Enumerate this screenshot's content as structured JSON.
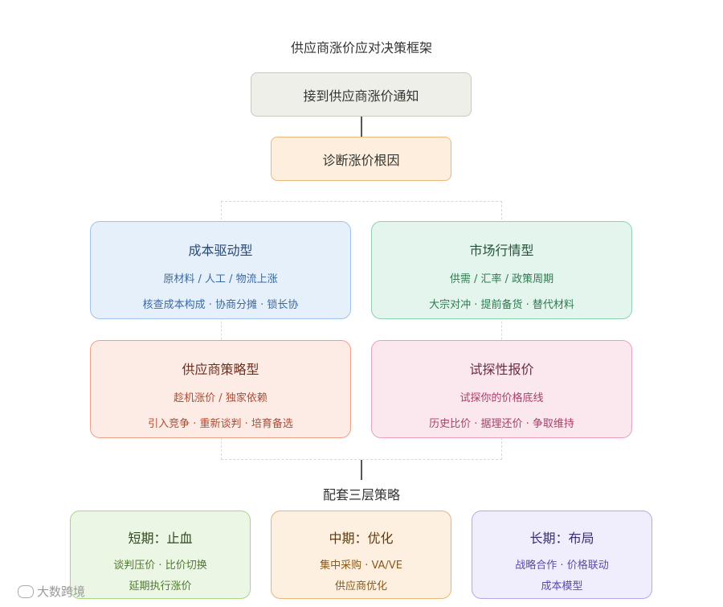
{
  "title": "供应商涨价应对决策框架",
  "start_node": "接到供应商涨价通知",
  "diagnose_node": "诊断涨价根因",
  "types": [
    {
      "title": "成本驱动型",
      "line1": "原材料 / 人工 / 物流上涨",
      "line2": "核查成本构成 · 协商分摊 · 锁长协",
      "color": "#3b6aa0"
    },
    {
      "title": "市场行情型",
      "line1": "供需 / 汇率 / 政策周期",
      "line2": "大宗对冲 · 提前备货 · 替代材料",
      "color": "#2f7a51"
    },
    {
      "title": "供应商策略型",
      "line1": "趁机涨价 / 独家依赖",
      "line2": "引入竞争 · 重新谈判 · 培育备选",
      "color": "#b04a30"
    },
    {
      "title": "试探性报价",
      "line1": "试探你的价格底线",
      "line2": "历史比价 · 据理还价 · 争取维持",
      "color": "#a83f68"
    }
  ],
  "strategy_title": "配套三层策略",
  "tiers": [
    {
      "title": "短期：止血",
      "line1": "谈判压价 · 比价切换",
      "line2": "延期执行涨价"
    },
    {
      "title": "中期：优化",
      "line1": "集中采购 · VA/VE",
      "line2": "供应商优化"
    },
    {
      "title": "长期：布局",
      "line1": "战略合作 · 价格联动",
      "line2": "成本模型"
    }
  ],
  "watermark": "大数跨境"
}
